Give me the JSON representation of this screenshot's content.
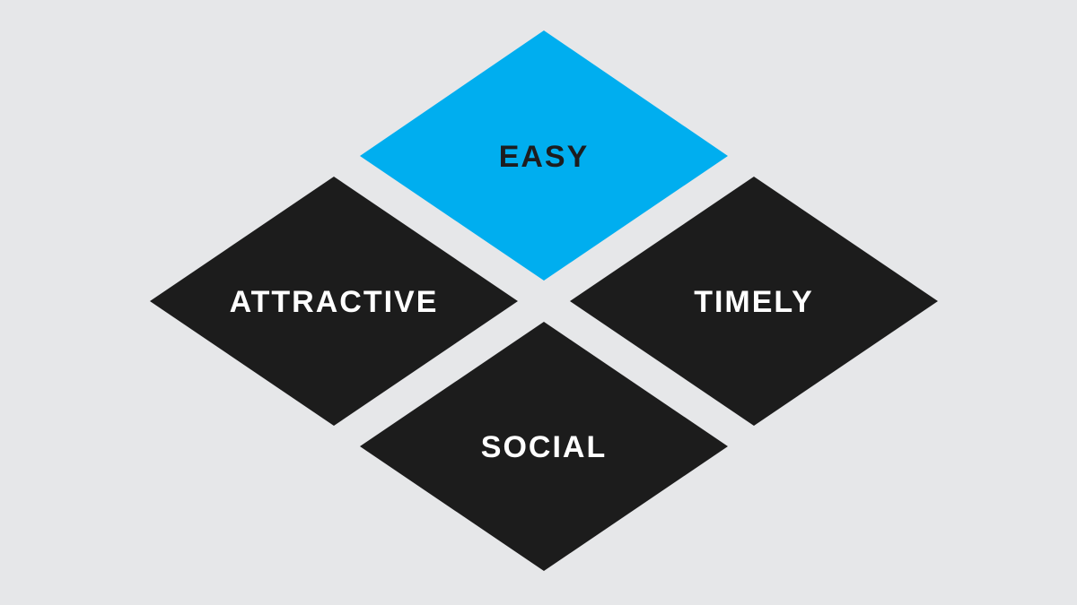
{
  "background_color": "#e6e7e9",
  "diamonds": [
    {
      "id": "easy",
      "label": "EASY",
      "fill": "#00aeef",
      "text_color": "#1d1d1f"
    },
    {
      "id": "attractive",
      "label": "ATTRACTIVE",
      "fill": "#1c1c1c",
      "text_color": "#ffffff"
    },
    {
      "id": "timely",
      "label": "TIMELY",
      "fill": "#1c1c1c",
      "text_color": "#ffffff"
    },
    {
      "id": "social",
      "label": "SOCIAL",
      "fill": "#1c1c1c",
      "text_color": "#ffffff"
    }
  ]
}
